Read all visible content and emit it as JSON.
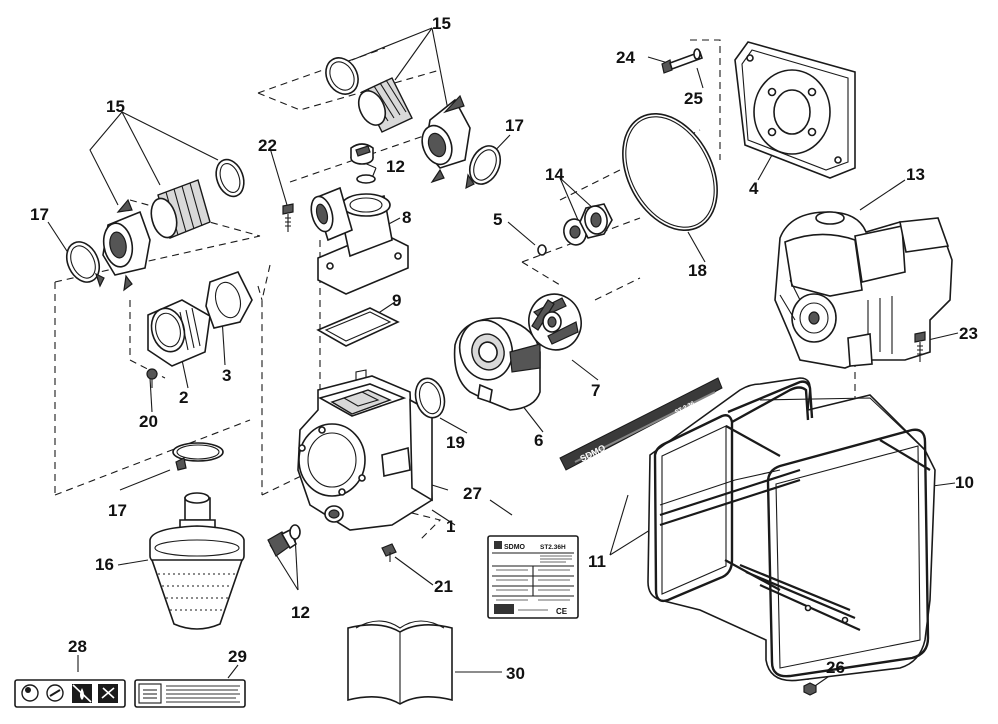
{
  "diagram": {
    "labels": {
      "p1": "1",
      "p2": "2",
      "p3": "3",
      "p4": "4",
      "p5": "5",
      "p6": "6",
      "p7": "7",
      "p8": "8",
      "p9": "9",
      "p10": "10",
      "p11": "11",
      "p12a": "12",
      "p12b": "12",
      "p13": "13",
      "p14": "14",
      "p15a": "15",
      "p15b": "15",
      "p16": "16",
      "p17a": "17",
      "p17b": "17",
      "p17c": "17",
      "p18": "18",
      "p19": "19",
      "p20": "20",
      "p21": "21",
      "p22": "22",
      "p23": "23",
      "p24": "24",
      "p25": "25",
      "p26": "26",
      "p27": "27",
      "p28": "28",
      "p29": "29",
      "p30": "30"
    },
    "decal_text": "SDMO",
    "decal_model": "ST 2.36",
    "plate": {
      "brand": "SDMO",
      "model": "ST2.36H",
      "ce": "CE"
    }
  }
}
